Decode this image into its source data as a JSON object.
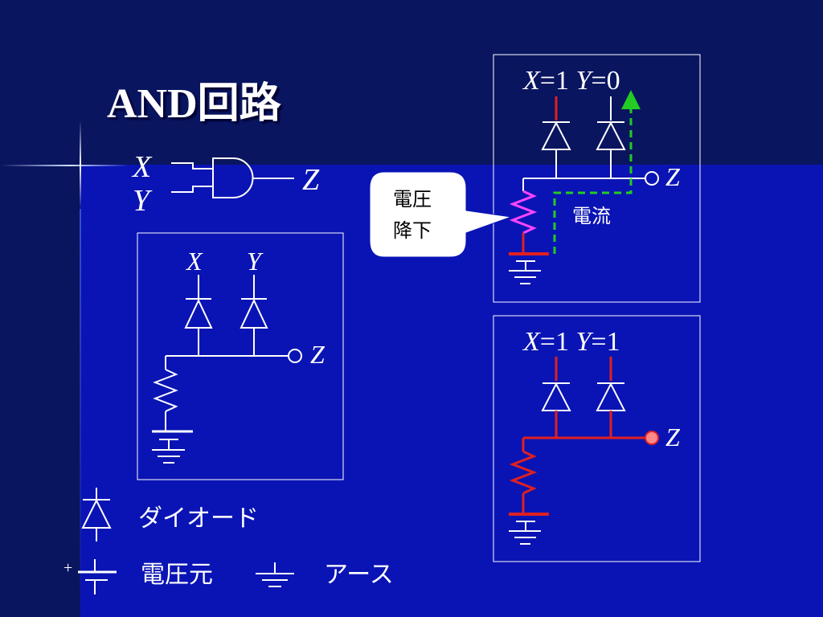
{
  "title": "AND回路",
  "gate": {
    "input_x": "X",
    "input_y": "Y",
    "output": "Z"
  },
  "circuit_main": {
    "input_x": "X",
    "input_y": "Y",
    "output": "Z"
  },
  "circuit_top": {
    "x_var": "X",
    "x_eq": "=1",
    "y_var": "Y",
    "y_eq": "=0",
    "output": "Z",
    "current_label": "電流",
    "callout_line1": "電圧",
    "callout_line2": "降下"
  },
  "circuit_bottom": {
    "x_var": "X",
    "x_eq": "=1",
    "y_var": "Y",
    "y_eq": "=1",
    "output": "Z"
  },
  "legend": {
    "diode_label": "ダイオード",
    "plus_sign": "+",
    "voltage_source_label": "電圧元",
    "ground_label": "アース"
  },
  "colors": {
    "background": "#0a14b4",
    "wire": "#ffffff",
    "active_wire": "#e02020",
    "current_path": "#22cc22",
    "resistor_highlight": "#ff44ff",
    "output_node_active": "#ff8888"
  }
}
